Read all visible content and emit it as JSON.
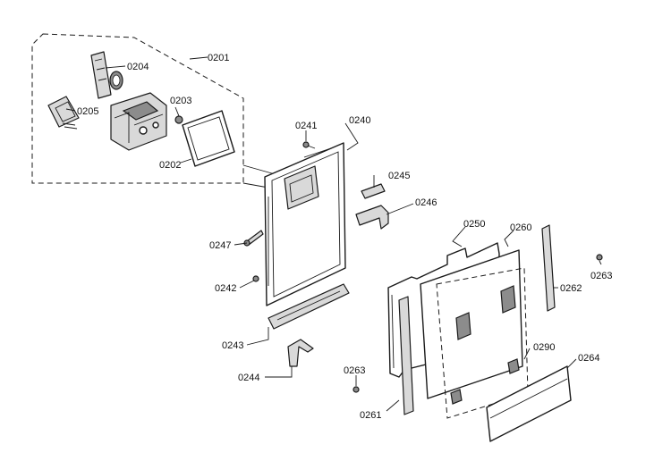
{
  "diagram": {
    "labels": {
      "p0201": "0201",
      "p0202": "0202",
      "p0203": "0203",
      "p0204": "0204",
      "p0205": "0205",
      "p0240": "0240",
      "p0241": "0241",
      "p0242": "0242",
      "p0243": "0243",
      "p0244": "0244",
      "p0245": "0245",
      "p0246": "0246",
      "p0247": "0247",
      "p0250": "0250",
      "p0260": "0260",
      "p0261": "0261",
      "p0262": "0262",
      "p0263a": "0263",
      "p0263b": "0263",
      "p0264": "0264",
      "p0290": "0290"
    }
  }
}
